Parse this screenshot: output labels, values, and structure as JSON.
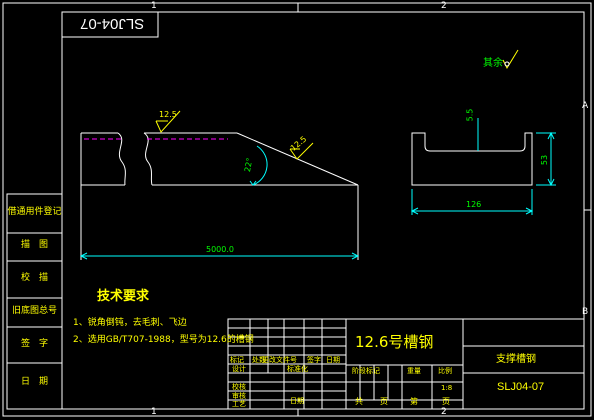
{
  "drawing": {
    "grid_numbers": {
      "top_1": "1",
      "top_2": "2",
      "bottom_1": "1",
      "bottom_2": "2"
    },
    "grid_letters": {
      "right_a": "A",
      "right_b": "B"
    },
    "mirrored_code": "SLJ04-07",
    "surface_note": "其余",
    "roughness_left": "12.5",
    "roughness_right": "12.5",
    "angle": "22°",
    "length_dim": "5000.0",
    "section_height": "53",
    "section_width": "126",
    "flange_thickness": "5.5",
    "tech_title": "技术要求",
    "tech_items": [
      "1、锐角倒钝，去毛刺、飞边",
      "2、选用GB/T707-1988，型号为12.6的槽钢"
    ]
  },
  "side_column": [
    "借通用件登记",
    "描　图",
    "校　描",
    "旧底图总号",
    "签　字",
    "日　期"
  ],
  "title_block": {
    "part_title": "12.6号槽钢",
    "part_name": "支撑槽钢",
    "part_code": "SLJ04-07",
    "row_labels": [
      "标记",
      "处数",
      "更改文件号",
      "签字",
      "日期"
    ],
    "designer": "设计",
    "standardize": "标准化",
    "checker": "校核",
    "process": "工艺",
    "review": "审核",
    "approve": "日期",
    "stage_labels": [
      "阶段标记",
      "重量",
      "比例"
    ],
    "scale": "1:8",
    "sheet_labels": [
      "共",
      "页",
      "第",
      "页"
    ]
  }
}
